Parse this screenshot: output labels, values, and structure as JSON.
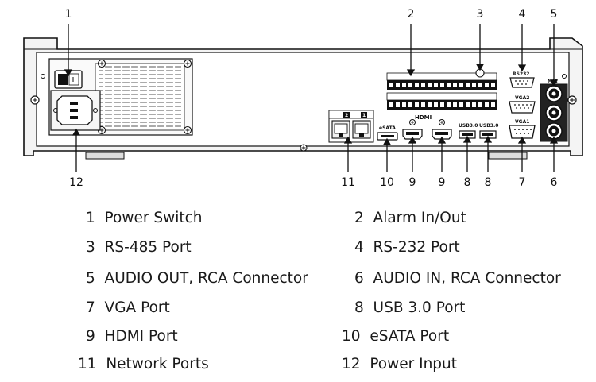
{
  "callouts": [
    "1",
    "2",
    "3",
    "4",
    "5",
    "6",
    "7",
    "8",
    "9",
    "9",
    "10",
    "11",
    "12"
  ],
  "panel_labels": {
    "rs232": "RS232",
    "vga2": "VGA2",
    "vga1": "VGA1",
    "mic": "MIC",
    "esata": "eSATA",
    "usb1": "USB3.0",
    "usb2": "USB3.0",
    "hdmi_logo": "HDMI",
    "net1": "2",
    "net2": "1"
  },
  "legend": [
    {
      "num": "1",
      "text": "Power Switch"
    },
    {
      "num": "2",
      "text": "Alarm In/Out"
    },
    {
      "num": "3",
      "text": "RS-485 Port"
    },
    {
      "num": "4",
      "text": "RS-232 Port"
    },
    {
      "num": "5",
      "text": "AUDIO OUT, RCA Connector"
    },
    {
      "num": "6",
      "text": "AUDIO IN, RCA Connector"
    },
    {
      "num": "7",
      "text": "VGA Port"
    },
    {
      "num": "8",
      "text": "USB 3.0 Port"
    },
    {
      "num": "9",
      "text": "HDMI Port"
    },
    {
      "num": "10",
      "text": "eSATA Port"
    },
    {
      "num": "11",
      "text": "Network Ports"
    },
    {
      "num": "12",
      "text": "Power Input"
    }
  ]
}
